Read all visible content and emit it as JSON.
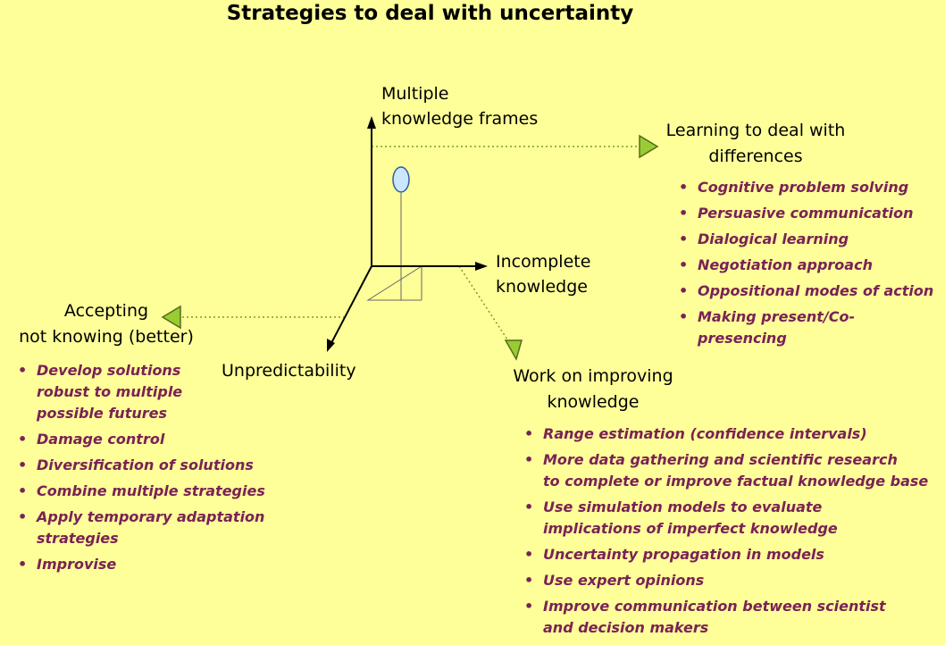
{
  "title": "Strategies to deal with uncertainty",
  "axes": {
    "multiple": "Multiple\nknowledge frames",
    "incomplete": "Incomplete\nknowledge",
    "unpredictability": "Unpredictability"
  },
  "strategies": {
    "learning": {
      "title": "Learning to deal with\ndifferences",
      "items": [
        "Cognitive problem solving",
        "Persuasive communication",
        "Dialogical learning",
        "Negotiation approach",
        "Oppositional modes of action",
        "Making present/Co-presencing"
      ]
    },
    "accepting": {
      "title": "Accepting\nnot knowing (better)",
      "items": [
        "Develop solutions\nrobust to multiple\npossible futures",
        "Damage control",
        "Diversification of solutions",
        "Combine multiple strategies",
        "Apply temporary adaptation\nstrategies",
        "Improvise"
      ]
    },
    "improving": {
      "title": "Work on improving\nknowledge",
      "items": [
        "Range estimation (confidence intervals)",
        "More data gathering and scientific research\nto complete or improve factual knowledge base",
        "Use simulation models to evaluate\nimplications of imperfect knowledge",
        "Uncertainty propagation in models",
        "Use expert opinions",
        "Improve communication between scientist\nand decision makers"
      ]
    }
  },
  "colors": {
    "background": "#ffff99",
    "bullet_text": "#7a2255",
    "arrowhead_fill": "#99cc33",
    "ellipse_fill": "#cce6ff",
    "dotted_line": "#7a9a2a"
  }
}
